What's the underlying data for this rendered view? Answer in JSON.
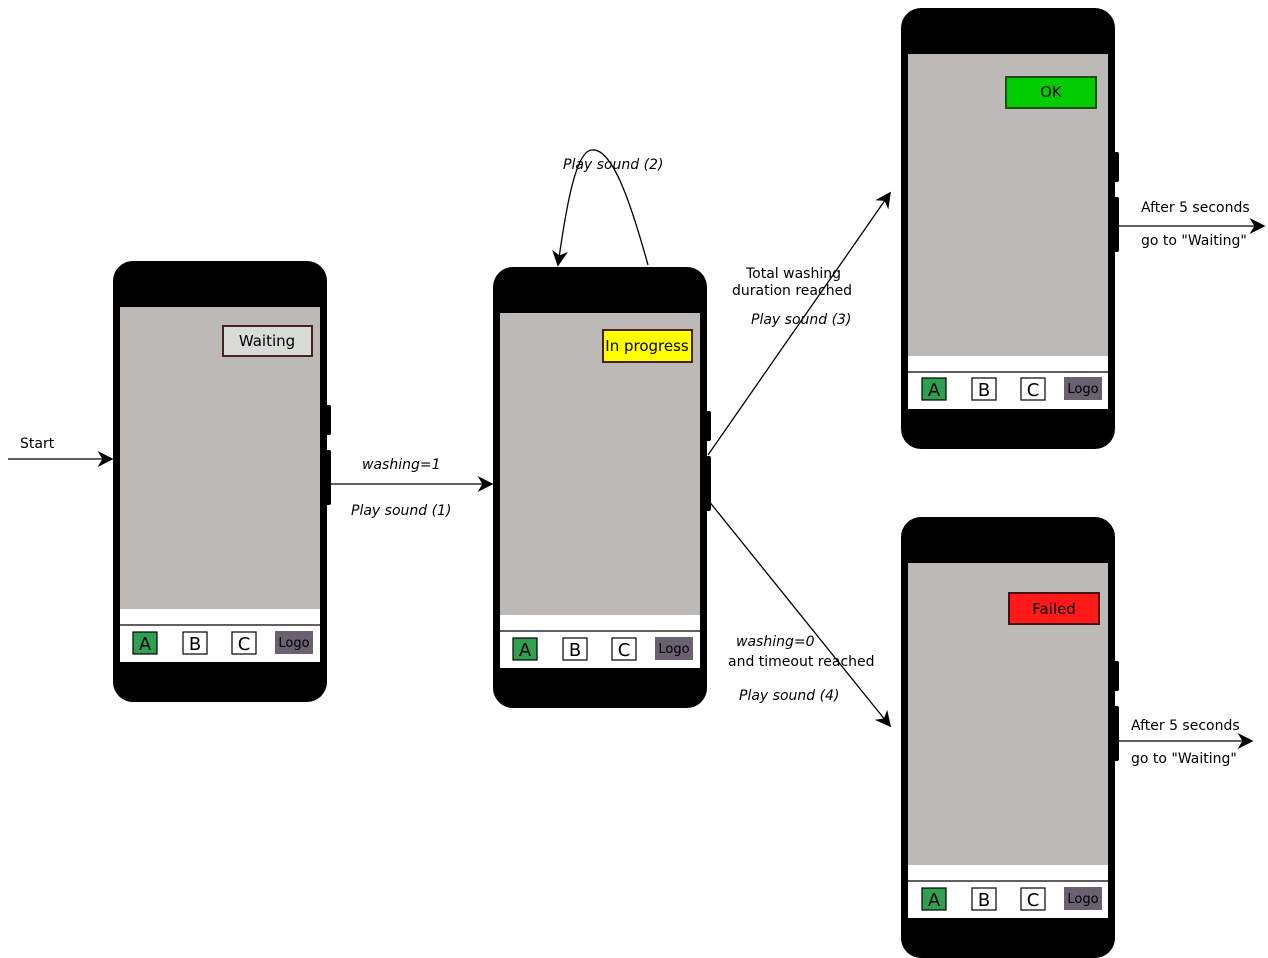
{
  "start_label": "Start",
  "colors": {
    "waiting": "#d7dcd7",
    "in_progress": "#ffff00",
    "ok": "#00cc00",
    "failed": "#ff1a1a",
    "button_a": "#2fa052",
    "logo_bg": "#6a6170"
  },
  "phone_buttons": [
    "A",
    "B",
    "C"
  ],
  "logo_label": "Logo",
  "states": {
    "waiting": "Waiting",
    "in_progress": "In progress",
    "ok": "OK",
    "failed": "Failed"
  },
  "transitions": {
    "to_in_progress": {
      "condition": "washing=1",
      "action": "Play sound (1)"
    },
    "self_loop": {
      "action": "Play sound (2)"
    },
    "to_ok": {
      "condition_line1": "Total washing",
      "condition_line2": "duration reached",
      "action": "Play sound (3)"
    },
    "to_failed": {
      "condition_line1": "washing=0",
      "condition_line2": "and timeout reached",
      "action": "Play sound (4)"
    },
    "ok_exit": {
      "line1": "After 5 seconds",
      "line2": "go to \"Waiting\""
    },
    "failed_exit": {
      "line1": "After 5 seconds",
      "line2": "go to \"Waiting\""
    }
  }
}
